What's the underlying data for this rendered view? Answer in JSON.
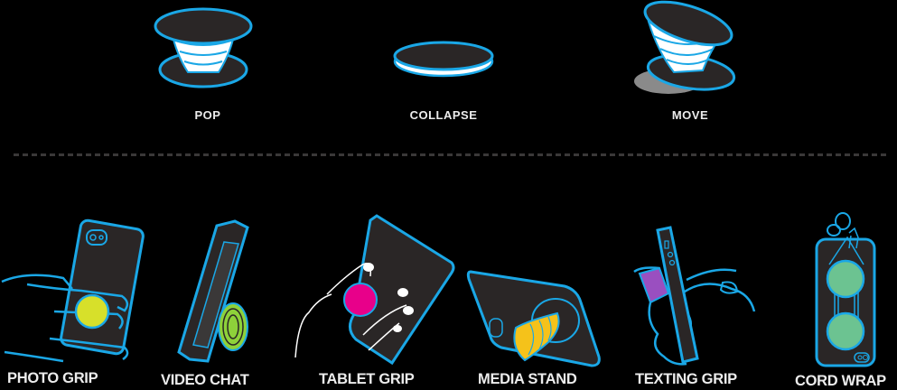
{
  "colors": {
    "background": "#000000",
    "outline": "#1aa7e6",
    "device_fill": "#2a2626",
    "label": "#ececec",
    "divider": "#3a3838",
    "photo_grip_accent": "#d7e02a",
    "video_chat_accent": "#8ed13a",
    "tablet_grip_accent": "#e8008a",
    "media_stand_accent": "#f5c21a",
    "texting_grip_accent": "#9a4fc0",
    "cord_wrap_accent": "#6cc391",
    "move_shadow": "#8a8a8a"
  },
  "states": [
    {
      "id": "pop",
      "label": "POP"
    },
    {
      "id": "collapse",
      "label": "COLLAPSE"
    },
    {
      "id": "move",
      "label": "MOVE"
    }
  ],
  "uses": [
    {
      "id": "photo-grip",
      "label": "PHOTO GRIP"
    },
    {
      "id": "video-chat",
      "label": "VIDEO CHAT"
    },
    {
      "id": "tablet-grip",
      "label": "TABLET GRIP"
    },
    {
      "id": "media-stand",
      "label": "MEDIA STAND"
    },
    {
      "id": "texting-grip",
      "label": "TEXTING GRIP"
    },
    {
      "id": "cord-wrap",
      "label": "CORD WRAP"
    }
  ]
}
